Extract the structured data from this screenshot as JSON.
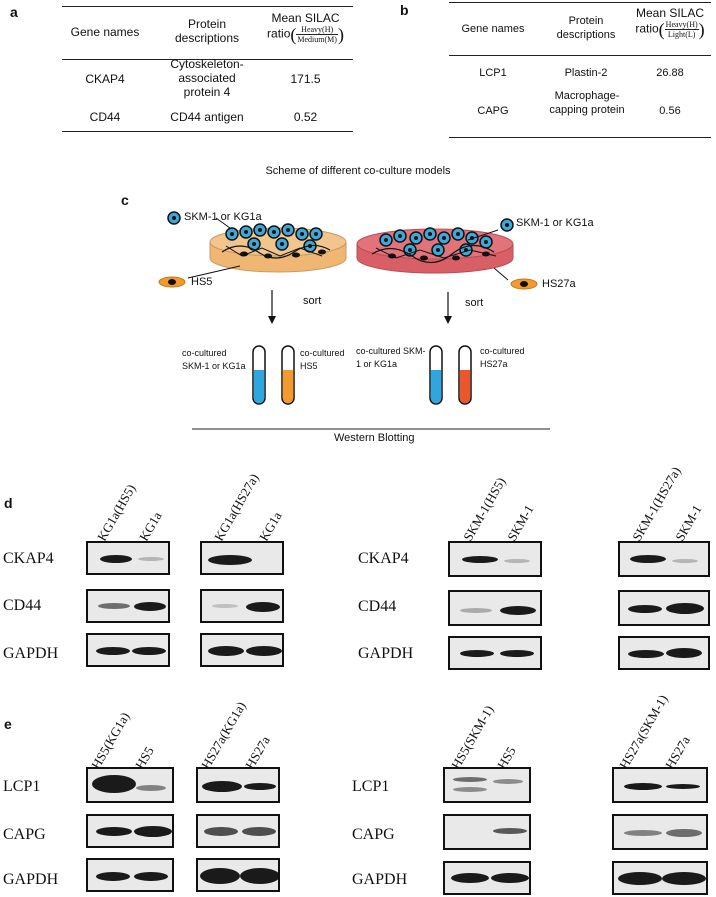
{
  "panel_a": {
    "letter": "a",
    "headers": [
      "Gene names",
      "Protein descriptions",
      "Mean SILAC"
    ],
    "ratio_prefix": "ratio",
    "ratio_num": "Heavy(H)",
    "ratio_den": "Medium(M)",
    "rows": [
      {
        "gene": "CKAP4",
        "desc": "Cytoskeleton-associated protein 4",
        "value": "171.5"
      },
      {
        "gene": "CD44",
        "desc": "CD44 antigen",
        "value": "0.52"
      }
    ]
  },
  "panel_b": {
    "letter": "b",
    "headers": [
      "Gene names",
      "Protein descriptions",
      "Mean SILAC"
    ],
    "ratio_prefix": "ratio",
    "ratio_num": "Heavy(H)",
    "ratio_den": "Light(L)",
    "rows": [
      {
        "gene": "LCP1",
        "desc": "Plastin-2",
        "value": "26.88"
      },
      {
        "gene": "CAPG",
        "desc": "Macrophage-capping protein",
        "value": "0.56"
      }
    ]
  },
  "panel_c": {
    "letter": "c",
    "title": "Scheme of different co-culture models",
    "left_dish_cells": "SKM-1 or KG1a",
    "left_dish_stroma": "HS5",
    "right_dish_cells": "SKM-1 or KG1a",
    "right_dish_stroma": "HS27a",
    "sort_label": "sort",
    "tube_labels": [
      "co-cultured SKM-1 or KG1a",
      "co-cultured HS5",
      "co-cultured SKM-1 or KG1a",
      "co-cultured HS27a"
    ],
    "bottom_label": "Western Blotting",
    "colors": {
      "dish_left": "#f3c58e",
      "dish_right": "#e2737a",
      "tube_blue": "#2fa6de",
      "tube_orange": "#f29a2e",
      "tube_red": "#e8572e",
      "cell_blue": "#3aa9dc"
    }
  },
  "panel_d": {
    "letter": "d",
    "row_labels": [
      "CKAP4",
      "CD44",
      "GAPDH"
    ],
    "groups": [
      {
        "lanes": [
          "KG1a(HS5)",
          "KG1a"
        ]
      },
      {
        "lanes": [
          "KG1a(HS27a)",
          "KG1a"
        ]
      },
      {
        "lanes": [
          "SKM-1(HS5)",
          "SKM-1"
        ]
      },
      {
        "lanes": [
          "SKM-1(HS27a)",
          "SKM-1"
        ]
      }
    ]
  },
  "panel_e": {
    "letter": "e",
    "row_labels": [
      "LCP1",
      "CAPG",
      "GAPDH"
    ],
    "groups": [
      {
        "lanes": [
          "HS5(KG1a)",
          "HS5"
        ]
      },
      {
        "lanes": [
          "HS27a(KG1a)",
          "HS27a"
        ]
      },
      {
        "lanes": [
          "HS5(SKM-1)",
          "HS5"
        ]
      },
      {
        "lanes": [
          "HS27a(SKM-1)",
          "HS27a"
        ]
      }
    ]
  }
}
